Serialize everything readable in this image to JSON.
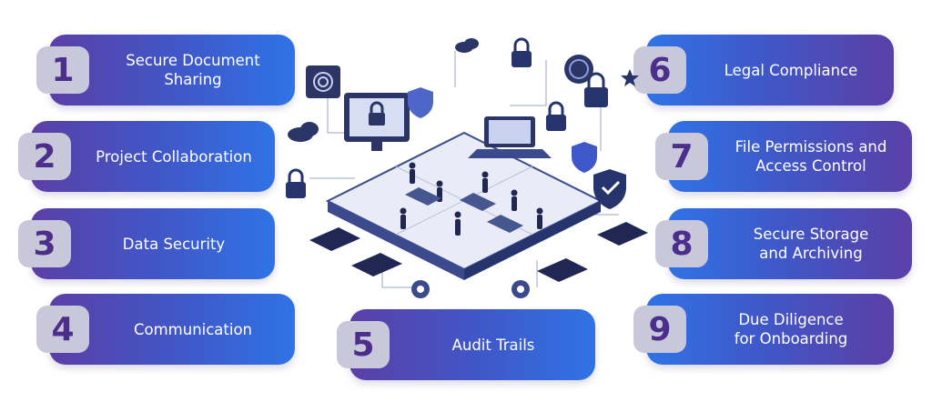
{
  "items": [
    {
      "number": "1",
      "label": "Secure Document\nSharing"
    },
    {
      "number": "2",
      "label": "Project Collaboration"
    },
    {
      "number": "3",
      "label": "Data Security"
    },
    {
      "number": "4",
      "label": "Communication"
    },
    {
      "number": "5",
      "label": "Audit Trails"
    },
    {
      "number": "6",
      "label": "Legal Compliance"
    },
    {
      "number": "7",
      "label": "File Permissions and\nAccess Control"
    },
    {
      "number": "8",
      "label": "Secure Storage\nand Archiving"
    },
    {
      "number": "9",
      "label": "Due Diligence\nfor Onboarding"
    }
  ],
  "colors": {
    "card_purple": "#5b3fa6",
    "card_blue": "#2f73e6",
    "badge_bg": "#c9c7da",
    "badge_text": "#4b2f8a",
    "label_text": "#ffffff"
  },
  "illustration": {
    "icons": [
      "monitor-lock-icon",
      "padlock-icon",
      "shield-check-icon",
      "cloud-icon",
      "gear-icon",
      "laptop-icon",
      "fingerprint-icon",
      "star-icon"
    ]
  }
}
